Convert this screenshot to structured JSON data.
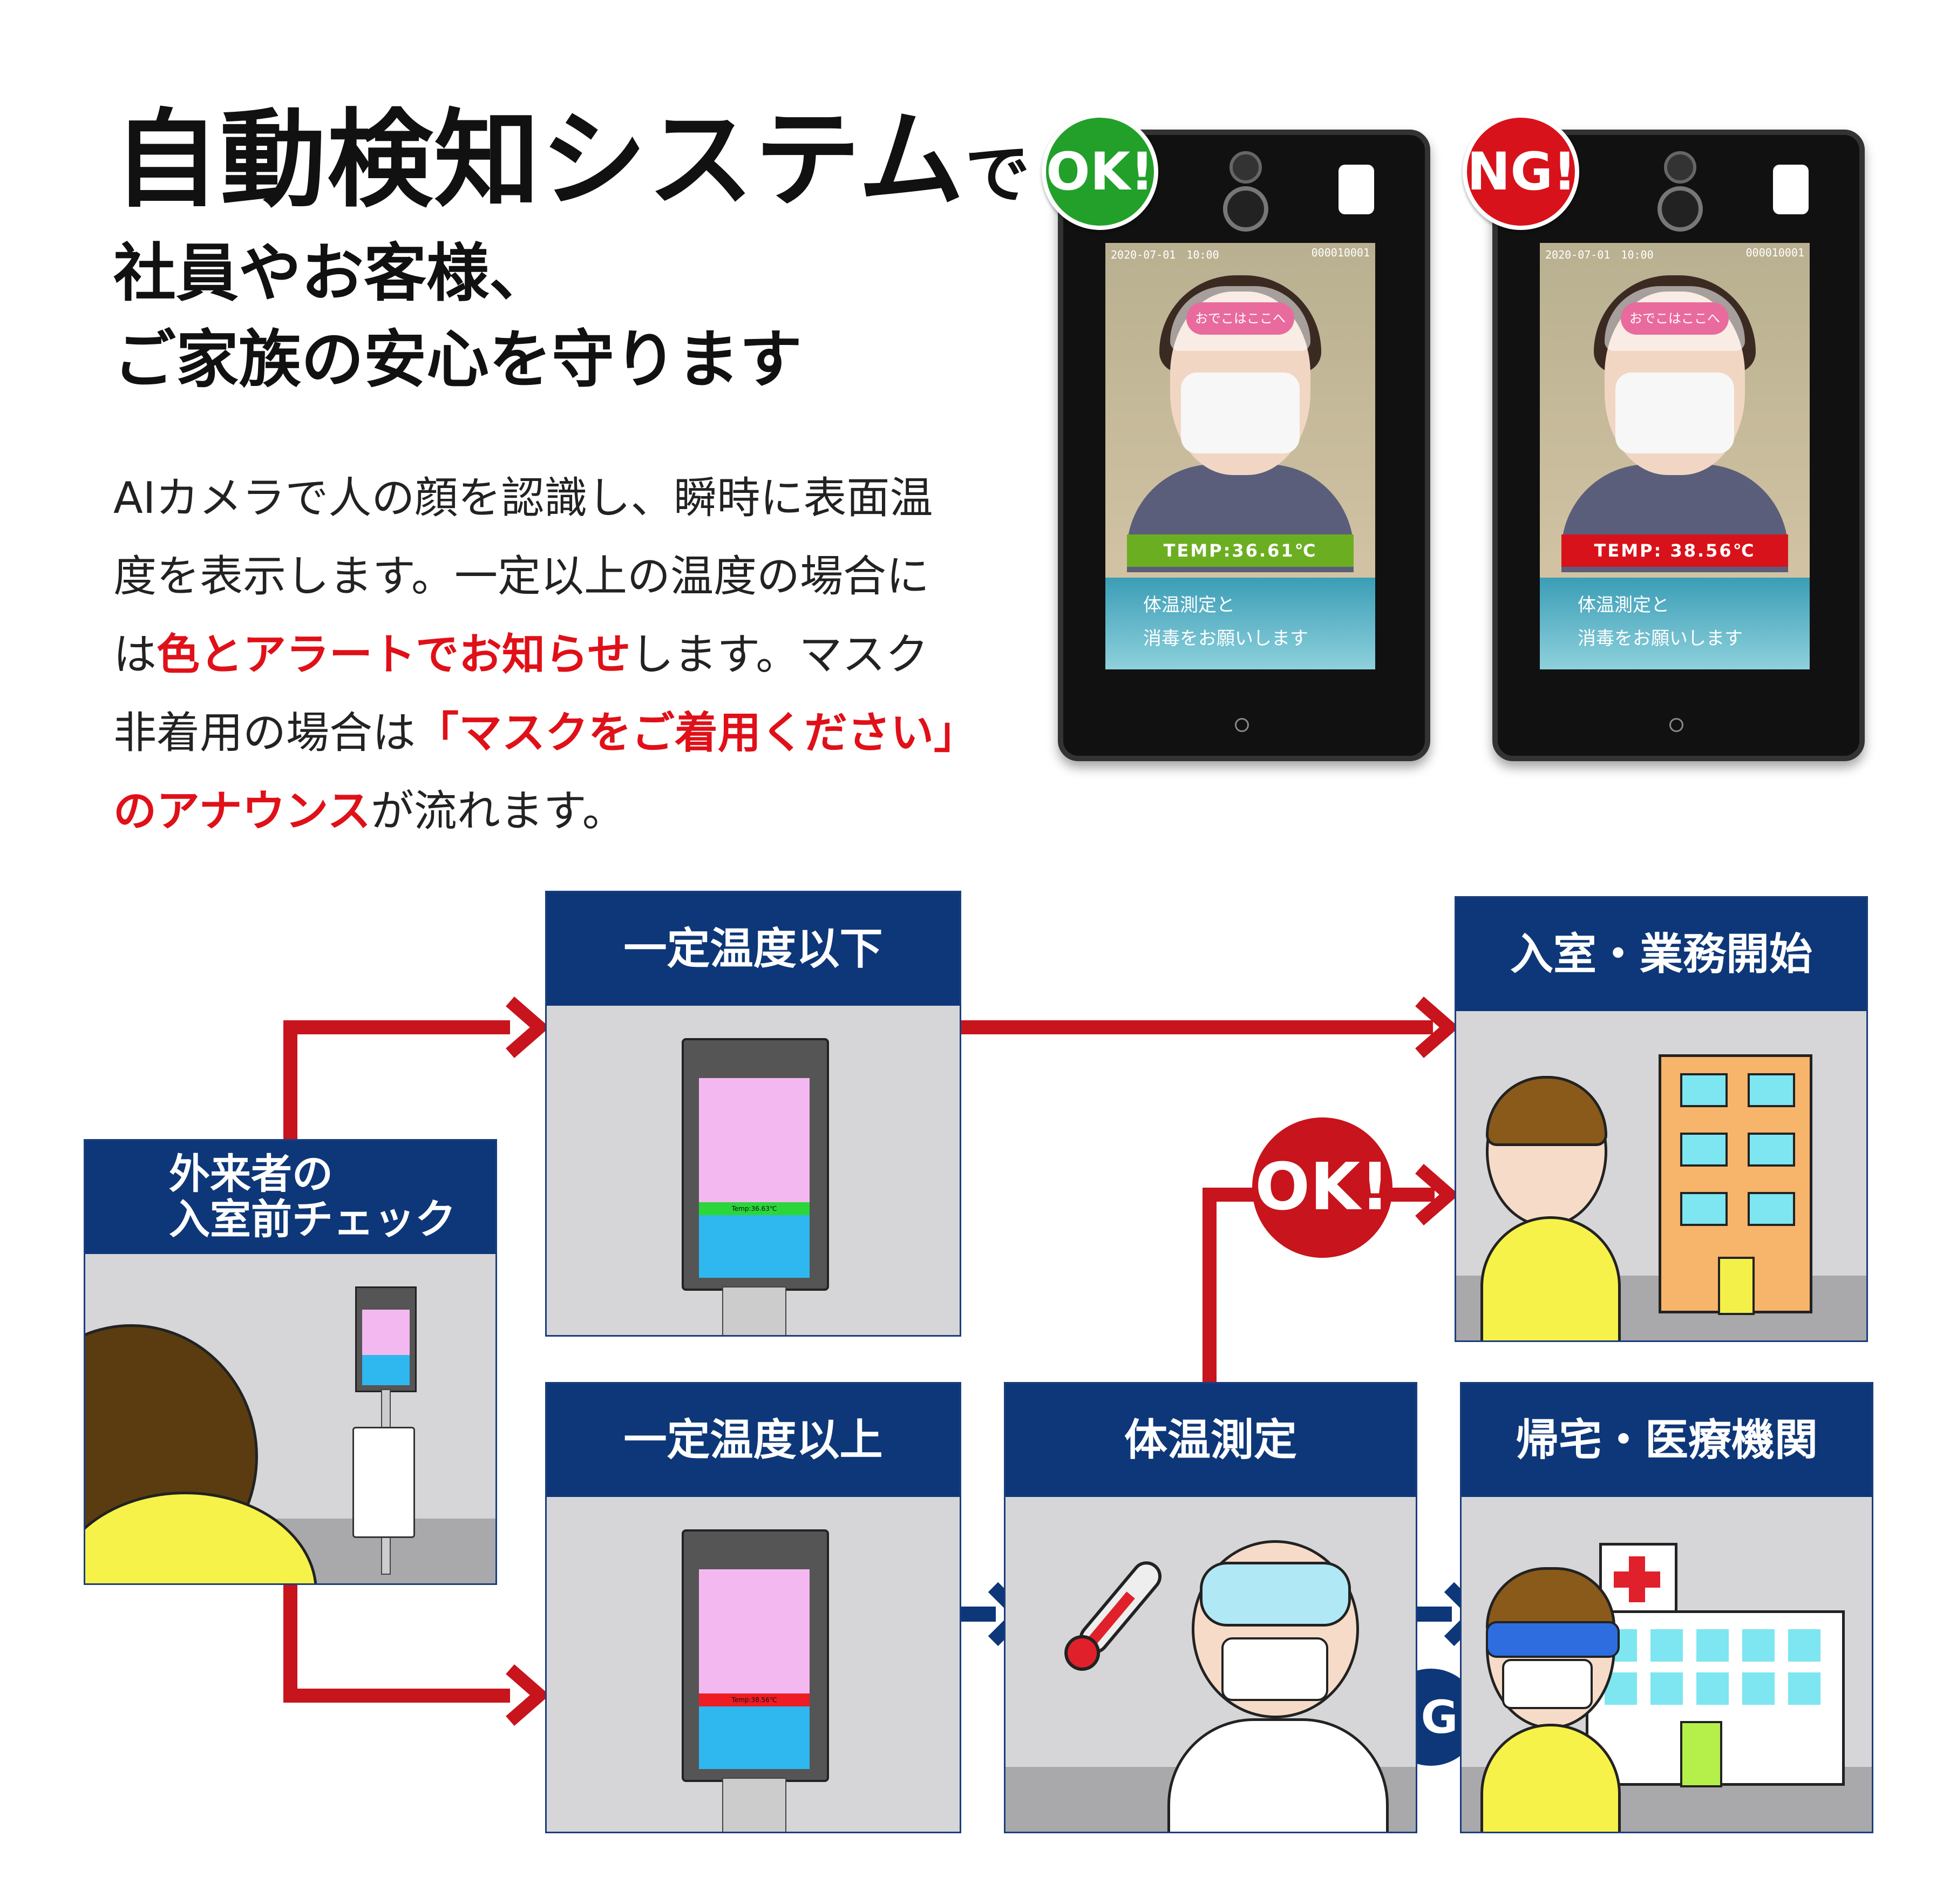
{
  "headline": {
    "main": "自動検知システム",
    "main_suffix": "で",
    "line2": "社員やお客様、",
    "line3": "ご家族の安心を守ります"
  },
  "body": {
    "part1": "AIカメラで人の顔を認識し、瞬時に表面温度を表示します。一定以上の温度の場合には",
    "red1": "色とアラートでお知らせ",
    "part2": "します。マスク非着用の場合は",
    "red2": "「マスクをご着用ください」のアナウンス",
    "part3": "が流れます。"
  },
  "devices": [
    {
      "badge": "OK!",
      "badge_color": "#22a02a",
      "date": "2020-07-01　10:00",
      "id": "000010001",
      "forehead": "おでこはここへ",
      "temp": "TEMP:36.61℃",
      "temp_color": "#6cae22",
      "message_line1": "体温測定と",
      "message_line2": "消毒をお願いします"
    },
    {
      "badge": "NG!",
      "badge_color": "#d8121b",
      "date": "2020-07-01　10:00",
      "id": "000010001",
      "forehead": "おでこはここへ",
      "temp": "TEMP: 38.56℃",
      "temp_color": "#d8121b",
      "message_line1": "体温測定と",
      "message_line2": "消毒をお願いします"
    }
  ],
  "flow": {
    "start_line1": "外来者の",
    "start_line2": "入室前チェック",
    "below": "一定温度以下",
    "above": "一定温度以上",
    "measure": "体温測定",
    "enter": "入室・業務開始",
    "home": "帰宅・医療機関",
    "ok": "OK!",
    "ng": "NG!",
    "mini_temp_ok": "Temp:36.63℃",
    "mini_temp_ng": "Temp:38.56℃"
  },
  "colors": {
    "header_blue": "#0d3778",
    "arrow_red": "#c8141c",
    "arrow_blue": "#0d3778",
    "panel_gray": "#d6d6d8"
  }
}
